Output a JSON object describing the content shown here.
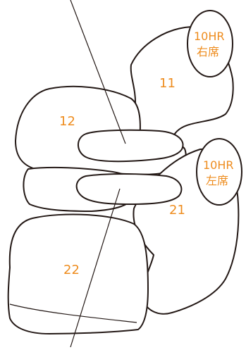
{
  "parts": {
    "p11": "11",
    "p12": "12",
    "p21": "21",
    "p22": "22"
  },
  "headrest_right": {
    "line1": "10HR",
    "line2": "右席"
  },
  "headrest_left": {
    "line1": "10HR",
    "line2": "左席"
  },
  "label_color": "#ee8c1e",
  "line_color": "#231815"
}
